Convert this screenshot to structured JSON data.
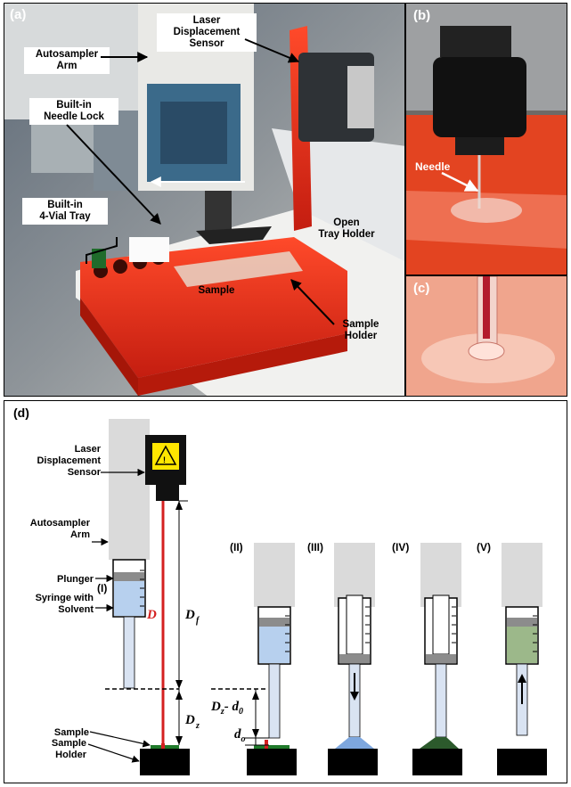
{
  "panel_a": {
    "label": "(a)",
    "callouts": {
      "laser": "Laser\nDisplacement\nSensor",
      "arm": "Autosampler\nArm",
      "needle_lock": "Built-in\nNeedle Lock",
      "vial_tray": "Built-in\n4-Vial Tray",
      "open_tray": "Open\nTray Holder",
      "sample": "Sample",
      "sample_holder": "Sample\nHolder"
    }
  },
  "panel_b": {
    "label": "(b)",
    "needle": "Needle"
  },
  "panel_c": {
    "label": "(c)"
  },
  "panel_d": {
    "label": "(d)",
    "left_labels": {
      "laser": "Laser\nDisplacement\nSensor",
      "arm": "Autosampler\nArm",
      "plunger": "Plunger",
      "syringe": "Syringe with\nSolvent",
      "sample": "Sample",
      "sample_holder": "Sample\nHolder"
    },
    "stages": [
      "(I)",
      "(II)",
      "(III)",
      "(IV)",
      "(V)"
    ],
    "symbols": {
      "D": "D",
      "Df": "D",
      "Df_sub": "f",
      "Dz": "D",
      "Dz_sub": "z",
      "Dzd0": "D",
      "Dzd0_sub": "z",
      "Dzd0_mid": "- d",
      "Dzd0_sub2": "0",
      "do": "d",
      "do_sub": "o"
    },
    "colors": {
      "solvent": "#b7d0ee",
      "mix": "#9cb88a",
      "laser_beam": "#d42020",
      "sample_green": "#1f7a2a",
      "arm_gray": "#dadada",
      "plunger_gray": "#8c8c8c",
      "drop_blue": "#7ea7de",
      "drop_green": "#2c5a2c"
    }
  }
}
